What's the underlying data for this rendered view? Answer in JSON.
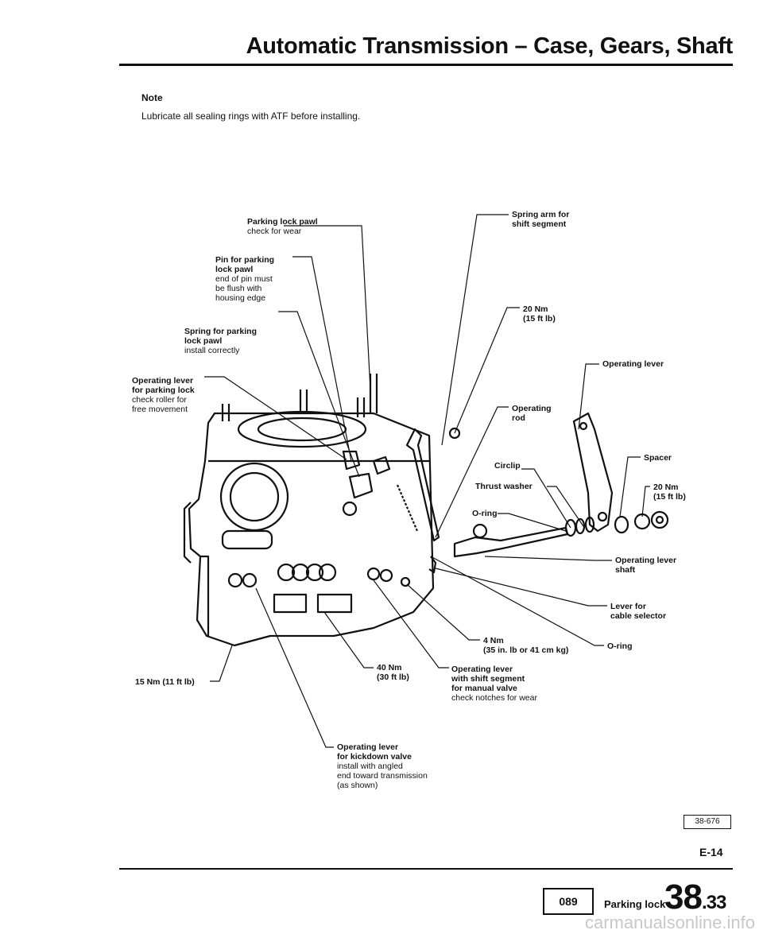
{
  "header": {
    "title": "Automatic Transmission – Case, Gears, Shaft"
  },
  "note": {
    "heading": "Note",
    "text": "Lubricate all sealing rings with ATF before installing."
  },
  "labels": {
    "parking_pawl": {
      "title": "Parking lock pawl",
      "desc": "check for wear"
    },
    "pin_pawl": {
      "title1": "Pin for parking",
      "title2": "lock pawl",
      "desc1": "end of pin must",
      "desc2": "be flush with",
      "desc3": "housing edge"
    },
    "spring_pawl": {
      "title1": "Spring for parking",
      "title2": "lock pawl",
      "desc": "install correctly"
    },
    "op_lever_lock": {
      "title1": "Operating lever",
      "title2": "for parking lock",
      "desc1": "check roller for",
      "desc2": "free movement"
    },
    "spring_arm": {
      "title1": "Spring arm for",
      "title2": "shift segment"
    },
    "torque_20_top": {
      "value": "20 Nm",
      "imperial": "(15 ft lb)"
    },
    "op_lever_right": {
      "title": "Operating lever"
    },
    "op_rod": {
      "title1": "Operating",
      "title2": "rod"
    },
    "circlip": {
      "title": "Circlip"
    },
    "spacer": {
      "title": "Spacer"
    },
    "thrust_washer": {
      "title": "Thrust washer"
    },
    "torque_20_right": {
      "value": "20 Nm",
      "imperial": "(15 ft lb)"
    },
    "oring_1": {
      "title": "O-ring"
    },
    "op_lever_shaft": {
      "title1": "Operating lever",
      "title2": "shaft"
    },
    "lever_cable": {
      "title1": "Lever for",
      "title2": "cable selector"
    },
    "torque_4": {
      "value": "4 Nm",
      "imperial": "(35 in. lb or 41 cm kg)"
    },
    "oring_2": {
      "title": "O-ring"
    },
    "torque_15": {
      "value": "15 Nm (11 ft lb)"
    },
    "torque_40": {
      "value": "40 Nm",
      "imperial": "(30 ft lb)"
    },
    "op_lever_manual": {
      "title1": "Operating lever",
      "title2": "with shift segment",
      "title3": "for manual valve",
      "desc": "check notches for wear"
    },
    "op_lever_kickdown": {
      "title1": "Operating lever",
      "title2": "for kickdown valve",
      "desc1": "install with angled",
      "desc2": "end toward transmission",
      "desc3": "(as shown)"
    }
  },
  "footer": {
    "figure_id": "38-676",
    "page_ref": "E-14",
    "transmission_code": "089",
    "section": "Parking lock",
    "page_number": "38",
    "page_sub": ".33",
    "watermark": "carmanualsonline.info"
  }
}
